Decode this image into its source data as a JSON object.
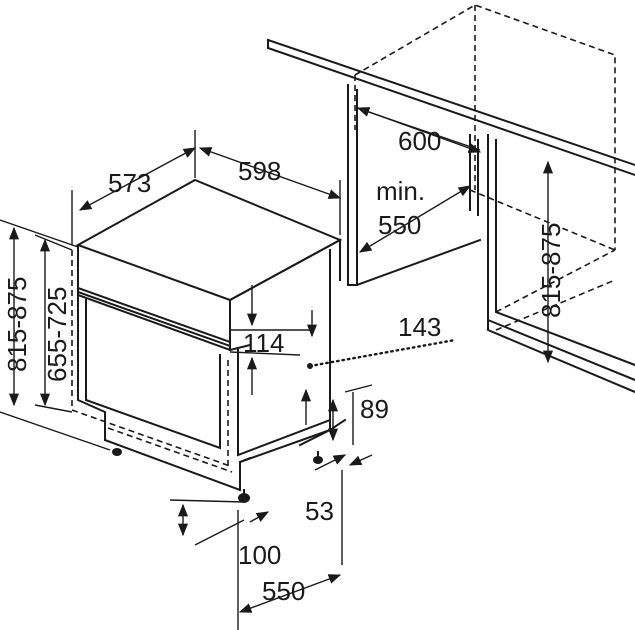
{
  "dimensions": {
    "width_573": "573",
    "width_598": "598",
    "niche_600": "600",
    "niche_min": "min.",
    "niche_550": "550",
    "niche_height": "815-875",
    "height_left": "815-875",
    "height_inner": "655-725",
    "panel_114": "114",
    "panel_143": "143",
    "plinth_89": "89",
    "foot_53": "53",
    "foot_100": "100",
    "depth_550": "550"
  },
  "colors": {
    "line": "#1a1a1a",
    "background": "#ffffff"
  }
}
